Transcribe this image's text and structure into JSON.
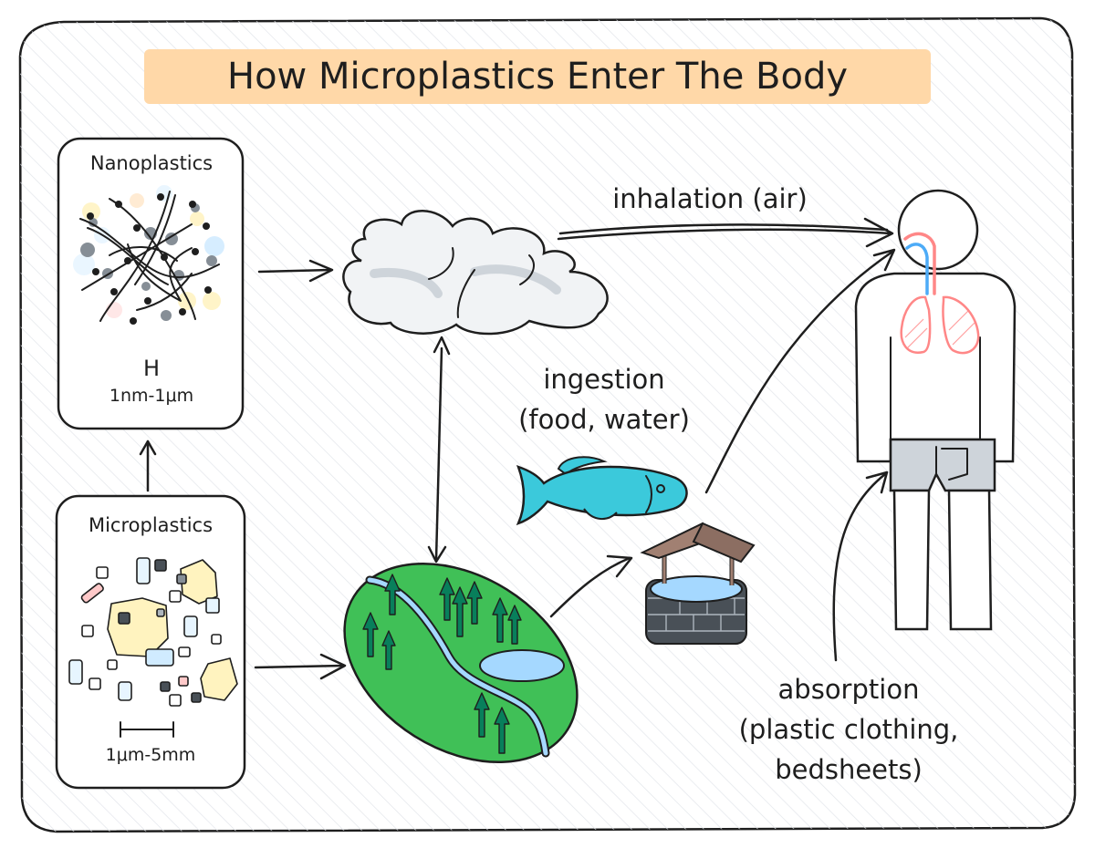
{
  "title": "How Microplastics Enter The Body",
  "nanoplastics": {
    "label": "Nanoplastics",
    "scale_mark": "H",
    "size_range": "1nm-1μm"
  },
  "microplastics": {
    "label": "Microplastics",
    "size_range": "1μm-5mm"
  },
  "pathways": {
    "inhalation": "inhalation (air)",
    "ingestion_line1": "ingestion",
    "ingestion_line2": "(food, water)",
    "absorption_line1": "absorption",
    "absorption_line2": "(plastic clothing,",
    "absorption_line3": "bedsheets)"
  },
  "icons": [
    "cloud-icon",
    "landscape-icon",
    "fish-icon",
    "well-icon",
    "human-body-icon",
    "lungs-icon"
  ],
  "colors": {
    "title_highlight": "#ffd8a8",
    "background_hatch": "#e6e8ec",
    "landscape_green": "#40c057",
    "water_blue": "#a5d8ff",
    "fish_cyan": "#3bc9db",
    "tree_green": "#087f5b",
    "lungs_red": "#ff8787",
    "airway_blue": "#4dabf7",
    "well_roof_brown": "#a18072",
    "well_stone_gray": "#495057",
    "shorts_gray": "#ced4da"
  }
}
